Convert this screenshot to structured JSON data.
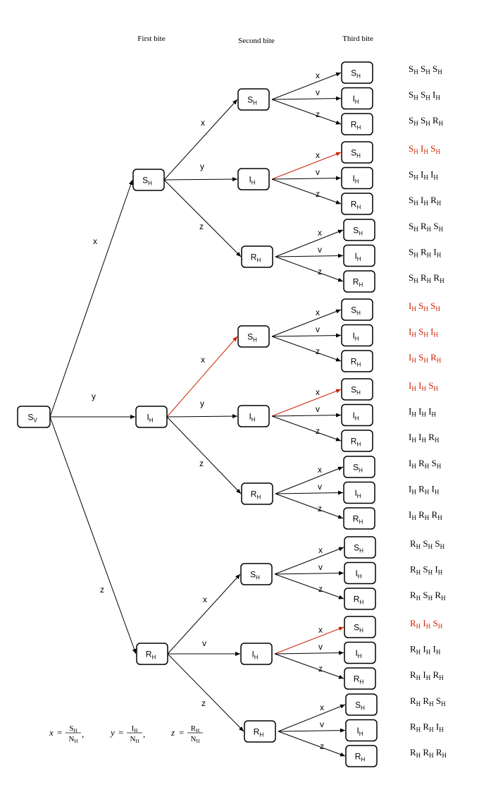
{
  "headers": {
    "first": "First bite",
    "second": "Second bite",
    "third": "Third bite"
  },
  "root": {
    "base": "S",
    "sub": "V"
  },
  "colors": {
    "highlight": "#cc2200",
    "line": "#000000"
  },
  "level1": [
    {
      "base": "S",
      "sub": "H",
      "edge": "x"
    },
    {
      "base": "I",
      "sub": "H",
      "edge": "y"
    },
    {
      "base": "R",
      "sub": "H",
      "edge": "z"
    }
  ],
  "level2_edges": [
    [
      "x",
      "y",
      "z"
    ],
    [
      "x",
      "y",
      "z"
    ],
    [
      "x",
      "v",
      "z"
    ]
  ],
  "level3_edges": [
    "x",
    "v",
    "z"
  ],
  "node_labels": [
    "S",
    "I",
    "R"
  ],
  "node_sub": "H",
  "outcomes": [
    "S_H S_H S_H",
    "S_H S_H I_H",
    "S_H S_H R_H",
    "S_H I_H S_H",
    "S_H I_H I_H",
    "S_H I_H R_H",
    "S_H R_H S_H",
    "S_H R_H I_H",
    "S_H R_H R_H",
    "I_H S_H S_H",
    "I_H S_H I_H",
    "I_H S_H R_H",
    "I_H I_H S_H",
    "I_H I_H I_H",
    "I_H I_H R_H",
    "I_H R_H S_H",
    "I_H R_H I_H",
    "I_H R_H R_H",
    "R_H S_H S_H",
    "R_H S_H I_H",
    "R_H S_H R_H",
    "R_H I_H S_H",
    "R_H I_H I_H",
    "R_H I_H R_H",
    "R_H R_H S_H",
    "R_H R_H I_H",
    "R_H R_H R_H"
  ],
  "highlighted_outcomes": [
    3,
    9,
    10,
    11,
    12,
    21
  ],
  "highlighted_edges": [
    {
      "level": 2,
      "from": [
        1
      ],
      "to": [
        1,
        0
      ]
    },
    {
      "level": 3,
      "from": [
        0,
        1
      ],
      "to": 0
    },
    {
      "level": 3,
      "from": [
        1,
        1
      ],
      "to": 0
    },
    {
      "level": 3,
      "from": [
        2,
        1
      ],
      "to": 0
    }
  ],
  "formulas": [
    {
      "var": "x",
      "num": "S",
      "den": "N",
      "sub": "H",
      "tail": ","
    },
    {
      "var": "y",
      "num": "I",
      "den": "N",
      "sub": "H",
      "tail": " ,"
    },
    {
      "var": "z",
      "num": "R",
      "den": "N",
      "sub": "H",
      "tail": ""
    }
  ]
}
